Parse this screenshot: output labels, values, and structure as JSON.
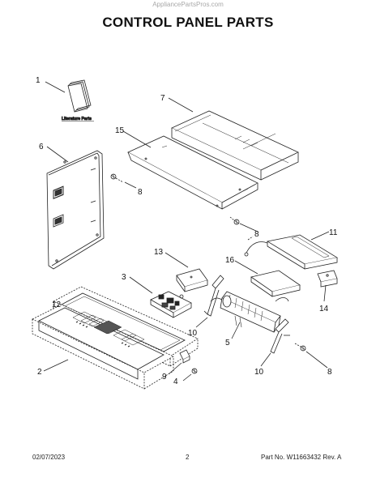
{
  "watermark": "AppliancePartsPros.com",
  "title": "CONTROL PANEL PARTS",
  "literature_label": "Literature Parts",
  "callouts": {
    "c1": "1",
    "c2": "2",
    "c3": "3",
    "c4": "4",
    "c5": "5",
    "c6": "6",
    "c7": "7",
    "c8a": "8",
    "c8b": "8",
    "c8c": "8",
    "c9": "9",
    "c10a": "10",
    "c10b": "10",
    "c11": "11",
    "c12": "12",
    "c13": "13",
    "c14": "14",
    "c15": "15",
    "c16": "16"
  },
  "footer": {
    "date": "02/07/2023",
    "page": "2",
    "part": "Part No. W11663432  Rev. A"
  }
}
